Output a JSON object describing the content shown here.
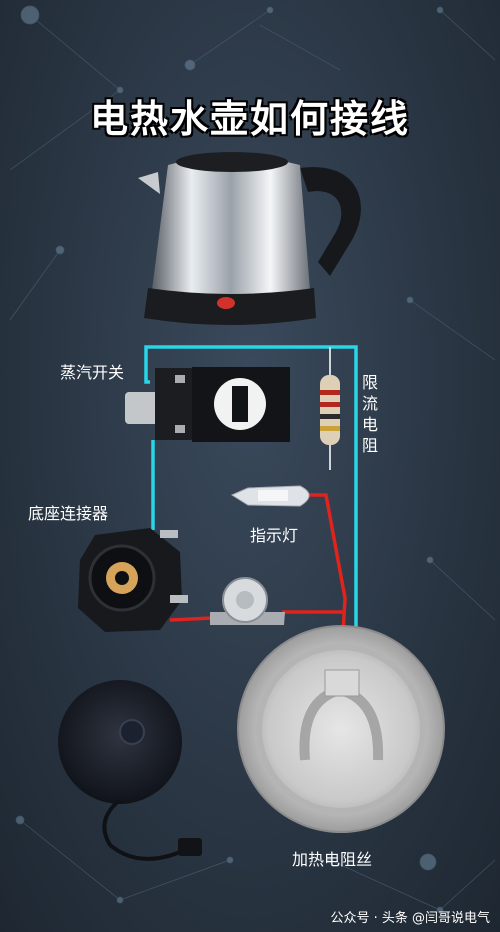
{
  "title": "电热水壶如何接线",
  "labels": {
    "steam_switch": "蒸汽开关",
    "current_limit_resistor": "限流电阻",
    "indicator_lamp": "指示灯",
    "base_connector": "底座连接器",
    "heating_wire": "加热电阻丝"
  },
  "watermark": "公众号 · 头条 @闫哥说电气",
  "colors": {
    "live_wire": "#e0231c",
    "neutral_wire": "#29d6e8",
    "background": "#2a3644"
  }
}
